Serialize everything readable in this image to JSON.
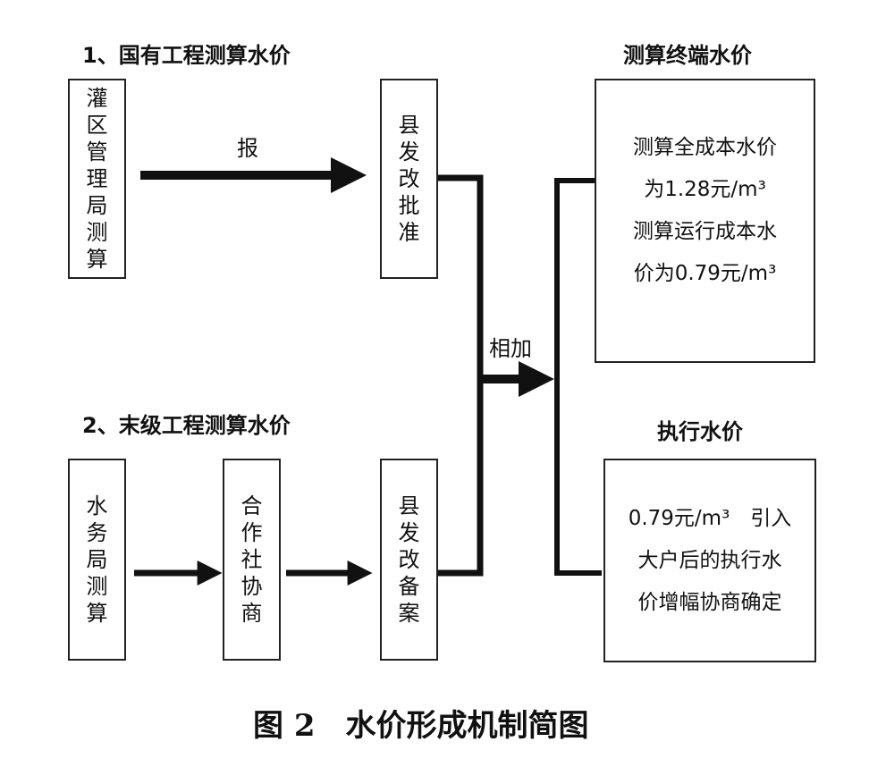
{
  "headings": {
    "section1": "1、国有工程测算水价",
    "section2": "2、末级工程测算水价",
    "terminal": "测算终端水价",
    "execution": "执行水价"
  },
  "boxes": {
    "irrigation_bureau": "灌区管理局测算",
    "county_approve": "县发改批准",
    "water_bureau": "水务局测算",
    "cooperative": "合作社协商",
    "county_record": "县发改备案"
  },
  "arrow_labels": {
    "report": "报",
    "add": "相加"
  },
  "terminal_box": {
    "lines": [
      "测算全成本水价",
      "为1.28元/m³",
      "测算运行成本水",
      "价为0.79元/m³"
    ]
  },
  "execution_box": {
    "lines": [
      "0.79元/m³　引入",
      "大户后的执行水",
      "价增幅协商确定"
    ]
  },
  "caption": "图 2　水价形成机制简图"
}
